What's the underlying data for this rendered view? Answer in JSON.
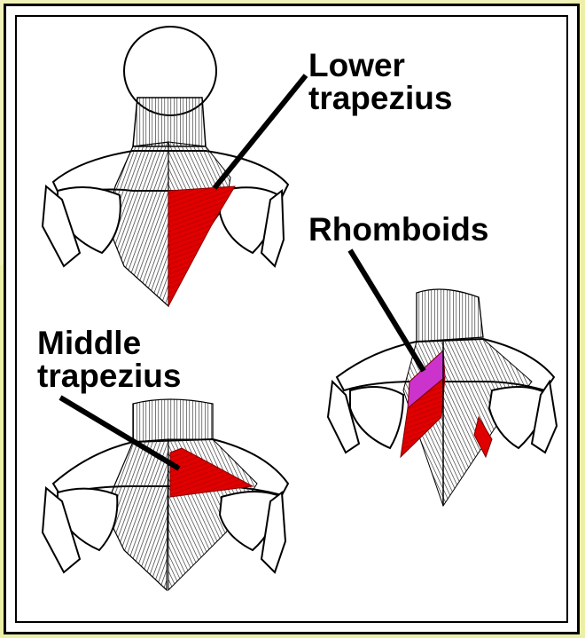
{
  "labels": {
    "lower_trapezius": [
      "Lower",
      "trapezius"
    ],
    "rhomboids": [
      "Rhomboids"
    ],
    "middle_trapezius": [
      "Middle",
      "trapezius"
    ]
  },
  "colors": {
    "background": "#ecefa6",
    "muscle_highlight": "#e00000",
    "rhomboid_minor": "#cc33cc",
    "line_art": "#000000"
  }
}
